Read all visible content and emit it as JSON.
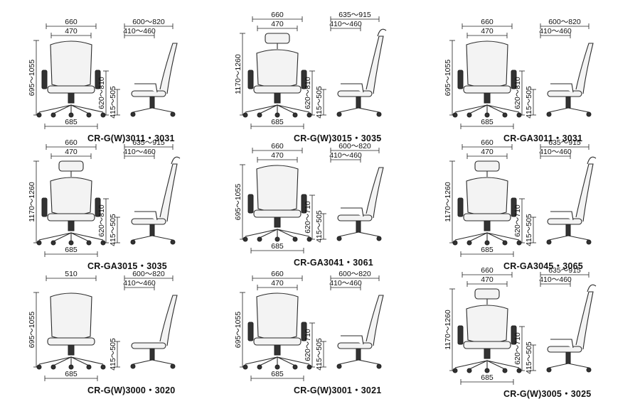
{
  "diagrams": [
    {
      "model": "CR-G(W)3011・3031",
      "headrest": false,
      "arms": true,
      "front_width": "660",
      "back_width": "470",
      "base_width": "685",
      "height": "695～1055",
      "arm_height": "620～810",
      "seat_height": "415～505",
      "depth": "600～820",
      "seat_depth": "410～460"
    },
    {
      "model": "CR-G(W)3015・3035",
      "headrest": true,
      "arms": true,
      "front_width": "660",
      "back_width": "470",
      "base_width": "685",
      "height": "1170～1260",
      "arm_height": "620～810",
      "seat_height": "415～505",
      "depth": "635～915",
      "seat_depth": "410～460"
    },
    {
      "model": "CR-GA3011・3031",
      "headrest": false,
      "arms": true,
      "front_width": "660",
      "back_width": "470",
      "base_width": "685",
      "height": "695～1055",
      "arm_height": "620～810",
      "seat_height": "415～505",
      "depth": "600～820",
      "seat_depth": "410～460"
    },
    {
      "model": "CR-GA3015・3035",
      "headrest": true,
      "arms": true,
      "front_width": "660",
      "back_width": "470",
      "base_width": "685",
      "height": "1170～1260",
      "arm_height": "620～810",
      "seat_height": "415～505",
      "depth": "635～915",
      "seat_depth": "410～460"
    },
    {
      "model": "CR-GA3041・3061",
      "headrest": false,
      "arms": true,
      "front_width": "660",
      "back_width": "470",
      "base_width": "685",
      "height": "695～1055",
      "arm_height": "620～710",
      "seat_height": "415～505",
      "depth": "600～820",
      "seat_depth": "410～460"
    },
    {
      "model": "CR-GA3045・3065",
      "headrest": true,
      "arms": true,
      "front_width": "660",
      "back_width": "470",
      "base_width": "685",
      "height": "1170～1260",
      "arm_height": "620～710",
      "seat_height": "415～505",
      "depth": "635～915",
      "seat_depth": "410～460"
    },
    {
      "model": "CR-G(W)3000・3020",
      "headrest": false,
      "arms": false,
      "front_width": "510",
      "back_width": "",
      "base_width": "685",
      "height": "695～1055",
      "arm_height": "",
      "seat_height": "415～505",
      "depth": "600～820",
      "seat_depth": "410～460"
    },
    {
      "model": "CR-G(W)3001・3021",
      "headrest": false,
      "arms": true,
      "front_width": "660",
      "back_width": "470",
      "base_width": "685",
      "height": "695～1055",
      "arm_height": "620～710",
      "seat_height": "415～505",
      "depth": "600～820",
      "seat_depth": "410～460"
    },
    {
      "model": "CR-G(W)3005・3025",
      "headrest": true,
      "arms": true,
      "front_width": "660",
      "back_width": "470",
      "base_width": "685",
      "height": "1170～1260",
      "arm_height": "620～710",
      "seat_height": "415～505",
      "depth": "635～915",
      "seat_depth": "410～460"
    }
  ]
}
